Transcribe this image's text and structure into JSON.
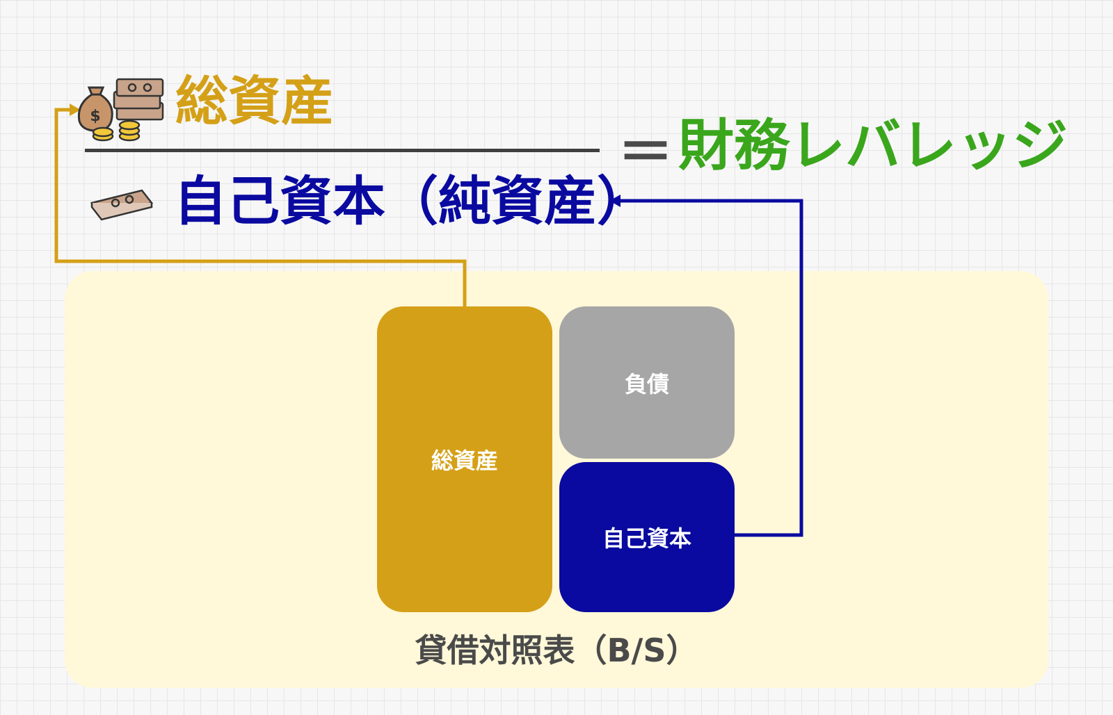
{
  "formula": {
    "numerator": "総資産",
    "denominator": "自己資本（純資産）",
    "equals": "＝",
    "result": "財務レバレッジ"
  },
  "balance_sheet": {
    "assets_label": "総資産",
    "liabilities_label": "負債",
    "equity_label": "自己資本",
    "caption": "貸借対照表（B/S）"
  },
  "icons": {
    "numerator_icon": "money-bag-cash-coins-icon",
    "denominator_icon": "cash-stack-icon"
  },
  "colors": {
    "gold": "#d4a017",
    "navy": "#0a0aa0",
    "green": "#3aa61c",
    "gray": "#a6a6a6",
    "text_dark": "#4a4a4a"
  }
}
